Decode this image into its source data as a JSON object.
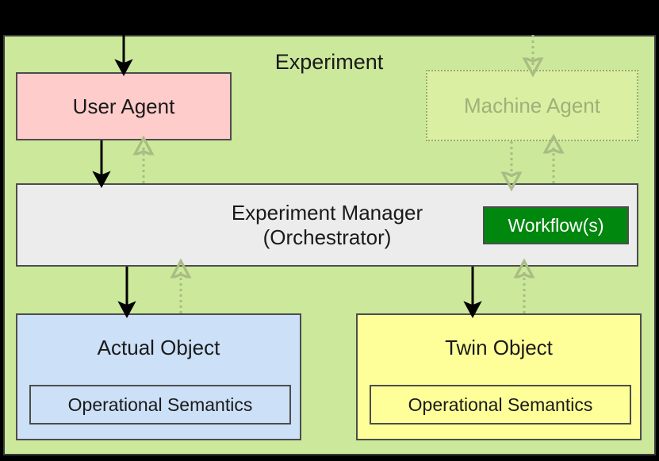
{
  "diagram": {
    "title": "Experiment",
    "background_color": "#cce89b",
    "nodes": {
      "user_agent": {
        "label": "User Agent",
        "color": "#ffcccc",
        "style": "solid"
      },
      "machine_agent": {
        "label": "Machine Agent",
        "color": "#ffffb4",
        "style": "dotted-faded"
      },
      "experiment_manager": {
        "label": "Experiment Manager\n(Orchestrator)",
        "color": "#ececec",
        "style": "solid"
      },
      "workflows": {
        "label": "Workflow(s)",
        "color": "#00870e",
        "text_color": "#ffffff",
        "style": "solid"
      },
      "actual_object": {
        "label": "Actual Object",
        "color": "#cce0f7",
        "style": "solid",
        "inner_label": "Operational Semantics"
      },
      "twin_object": {
        "label": "Twin Object",
        "color": "#ffff99",
        "style": "solid",
        "inner_label": "Operational Semantics"
      }
    },
    "edges": [
      {
        "name": "external-to-user-agent",
        "style": "solid",
        "direction": "down"
      },
      {
        "name": "external-to-machine-agent",
        "style": "dotted",
        "direction": "down"
      },
      {
        "name": "user-agent-to-experiment-manager",
        "style": "solid",
        "direction": "down"
      },
      {
        "name": "experiment-manager-to-user-agent",
        "style": "dotted",
        "direction": "up"
      },
      {
        "name": "machine-agent-to-experiment-manager",
        "style": "dotted",
        "direction": "down"
      },
      {
        "name": "experiment-manager-to-machine-agent",
        "style": "dotted",
        "direction": "up"
      },
      {
        "name": "experiment-manager-to-actual-object",
        "style": "solid",
        "direction": "down"
      },
      {
        "name": "actual-object-to-experiment-manager",
        "style": "dotted",
        "direction": "up"
      },
      {
        "name": "experiment-manager-to-twin-object",
        "style": "solid",
        "direction": "down"
      },
      {
        "name": "twin-object-to-experiment-manager",
        "style": "dotted",
        "direction": "up"
      }
    ]
  }
}
